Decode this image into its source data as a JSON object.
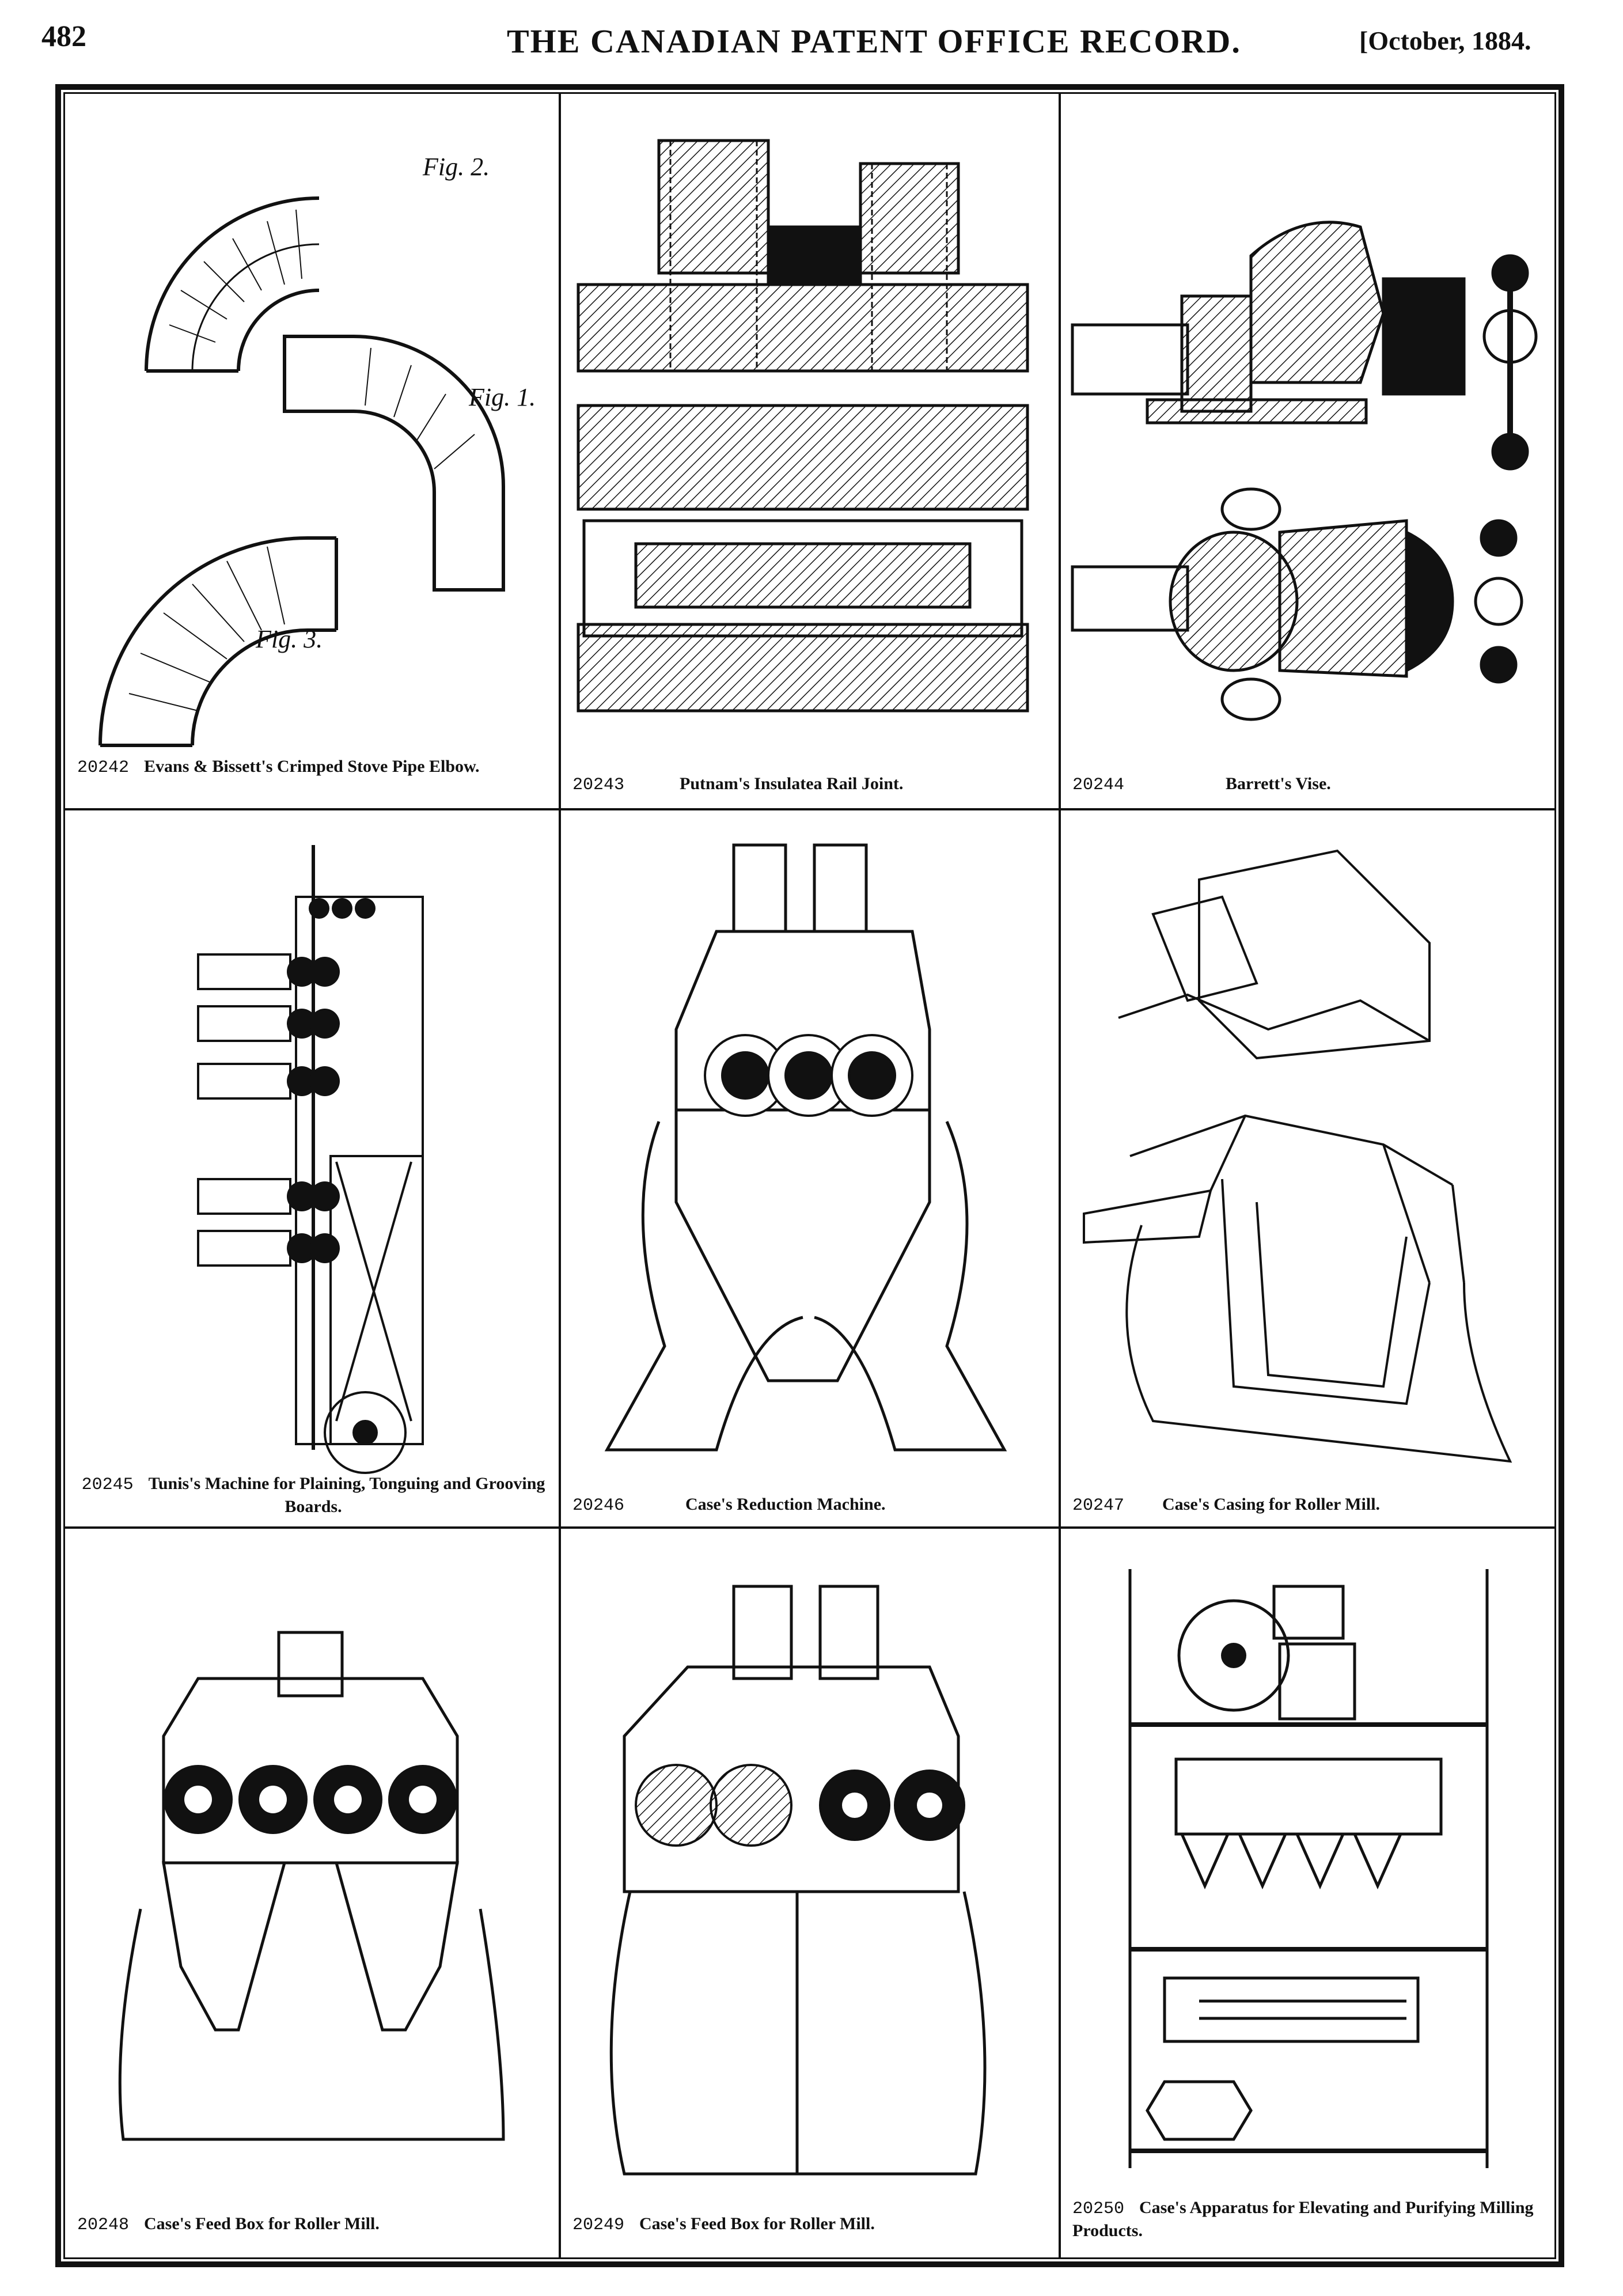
{
  "header": {
    "page_number": "482",
    "journal": "THE CANADIAN PATENT OFFICE RECORD.",
    "date": "[October, 1884."
  },
  "patents": [
    {
      "number": "20242",
      "title": "Evans & Bissett's Crimped Stove Pipe Elbow.",
      "figure_labels": [
        "Fig. 2.",
        "Fig. 1.",
        "Fig. 3."
      ]
    },
    {
      "number": "20243",
      "title": "Putnam's Insulatea Rail Joint.",
      "figure_labels": []
    },
    {
      "number": "20244",
      "title": "Barrett's Vise.",
      "figure_labels": []
    },
    {
      "number": "20245",
      "title": "Tunis's Machine for Plaining, Tonguing and Grooving Boards.",
      "figure_labels": []
    },
    {
      "number": "20246",
      "title": "Case's Reduction Machine.",
      "figure_labels": []
    },
    {
      "number": "20247",
      "title": "Case's Casing for Roller Mill.",
      "figure_labels": []
    },
    {
      "number": "20248",
      "title": "Case's Feed Box for Roller Mill.",
      "figure_labels": []
    },
    {
      "number": "20249",
      "title": "Case's Feed Box for Roller Mill.",
      "figure_labels": []
    },
    {
      "number": "20250",
      "title": "Case's Apparatus for Elevating and Purifying Milling Products.",
      "figure_labels": []
    }
  ],
  "colors": {
    "ink": "#111111",
    "paper": "#ffffff"
  }
}
